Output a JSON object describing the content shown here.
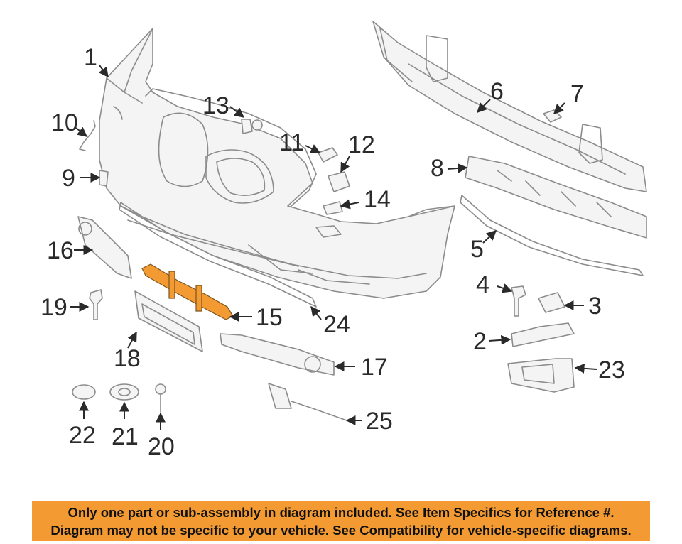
{
  "diagram": {
    "highlight_color": "#f39a33",
    "outline_color": "#8c8c8c",
    "highlighted_part": "15",
    "callouts": [
      "1",
      "2",
      "3",
      "4",
      "5",
      "6",
      "7",
      "8",
      "9",
      "10",
      "11",
      "12",
      "13",
      "14",
      "15",
      "16",
      "17",
      "18",
      "19",
      "20",
      "21",
      "22",
      "23",
      "24",
      "25"
    ]
  },
  "notice": {
    "line1": "Only one part or sub-assembly in diagram included. See Item Specifics for Reference #.",
    "line2": "Diagram may not be specific to your vehicle. See Compatibility for vehicle-specific diagrams.",
    "background": "#f39a33"
  }
}
